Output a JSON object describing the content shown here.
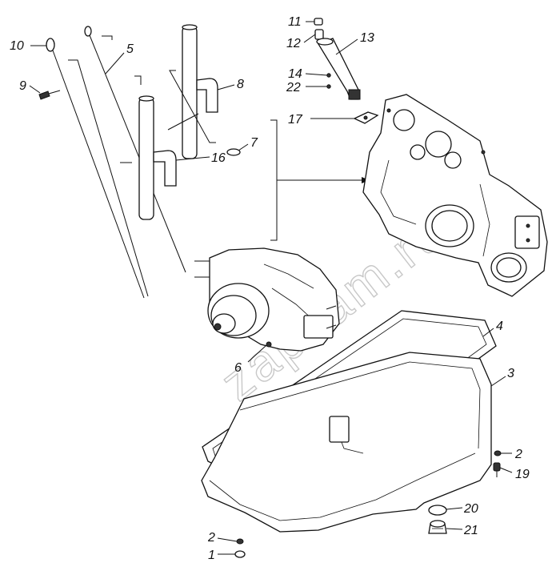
{
  "watermark": "zapcam.ru",
  "callouts": [
    {
      "id": "c10",
      "text": "10"
    },
    {
      "id": "c9",
      "text": "9"
    },
    {
      "id": "c5",
      "text": "5"
    },
    {
      "id": "c11",
      "text": "11"
    },
    {
      "id": "c12",
      "text": "12"
    },
    {
      "id": "c13",
      "text": "13"
    },
    {
      "id": "c14",
      "text": "14"
    },
    {
      "id": "c22",
      "text": "22"
    },
    {
      "id": "c8",
      "text": "8"
    },
    {
      "id": "c17",
      "text": "17"
    },
    {
      "id": "c7",
      "text": "7"
    },
    {
      "id": "c16",
      "text": "16"
    },
    {
      "id": "c4",
      "text": "4"
    },
    {
      "id": "c3",
      "text": "3"
    },
    {
      "id": "c6",
      "text": "6"
    },
    {
      "id": "c2a",
      "text": "2"
    },
    {
      "id": "c19",
      "text": "19"
    },
    {
      "id": "c20",
      "text": "20"
    },
    {
      "id": "c21",
      "text": "21"
    },
    {
      "id": "c2b",
      "text": "2"
    },
    {
      "id": "c1",
      "text": "1"
    }
  ]
}
